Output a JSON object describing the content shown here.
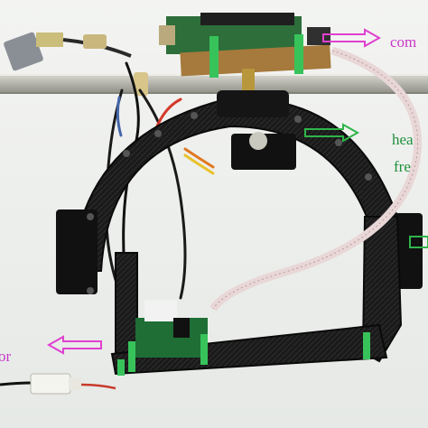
{
  "labels": {
    "top_right": "com",
    "middle_right_1": "hea",
    "middle_right_2": "fre",
    "bottom_left": "or"
  },
  "colors": {
    "magenta_arrow": "#e040d0",
    "green_arrow": "#2fb54a",
    "label_text_magenta": "#c837c8",
    "label_text_green": "#1e8f3a",
    "carbon_frame": "#1b1b1b",
    "rail_silver": "#b8b8b0",
    "pcb_green": "#2d6e3a",
    "ribbon_cable": "#e9d7d7",
    "background": "#eef0ee"
  }
}
